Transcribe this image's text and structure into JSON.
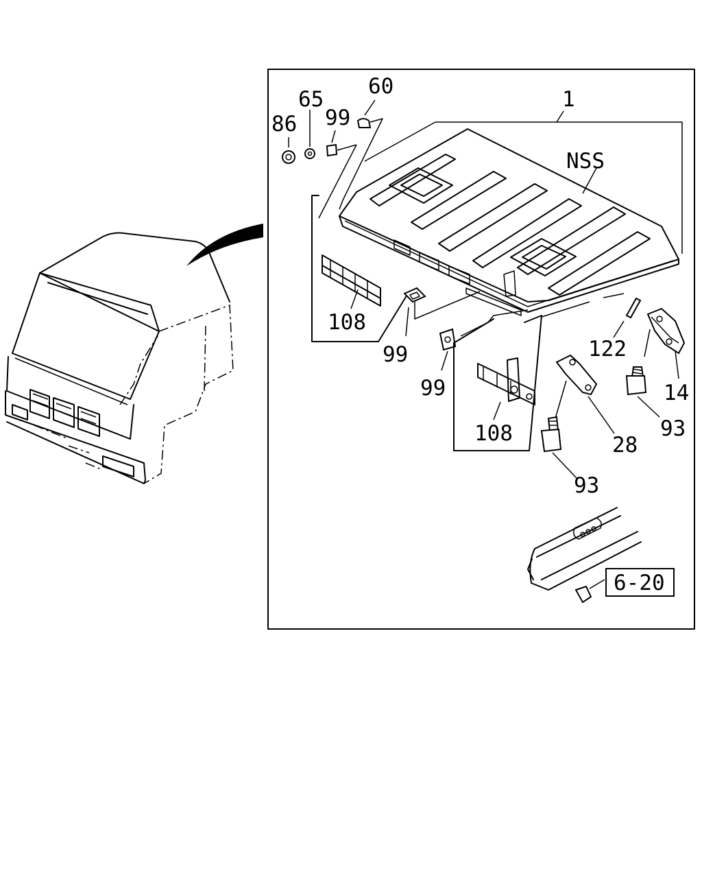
{
  "diagram": {
    "callouts": {
      "c1": "1",
      "c60": "60",
      "c65": "65",
      "c86": "86",
      "c99_top": "99",
      "nss": "NSS",
      "c108_left": "108",
      "c99_mid": "99",
      "c99_low": "99",
      "c122": "122",
      "c14": "14",
      "c28": "28",
      "c93_right": "93",
      "c108_low": "108",
      "c93_low": "93"
    },
    "reference_box": "6-20"
  }
}
